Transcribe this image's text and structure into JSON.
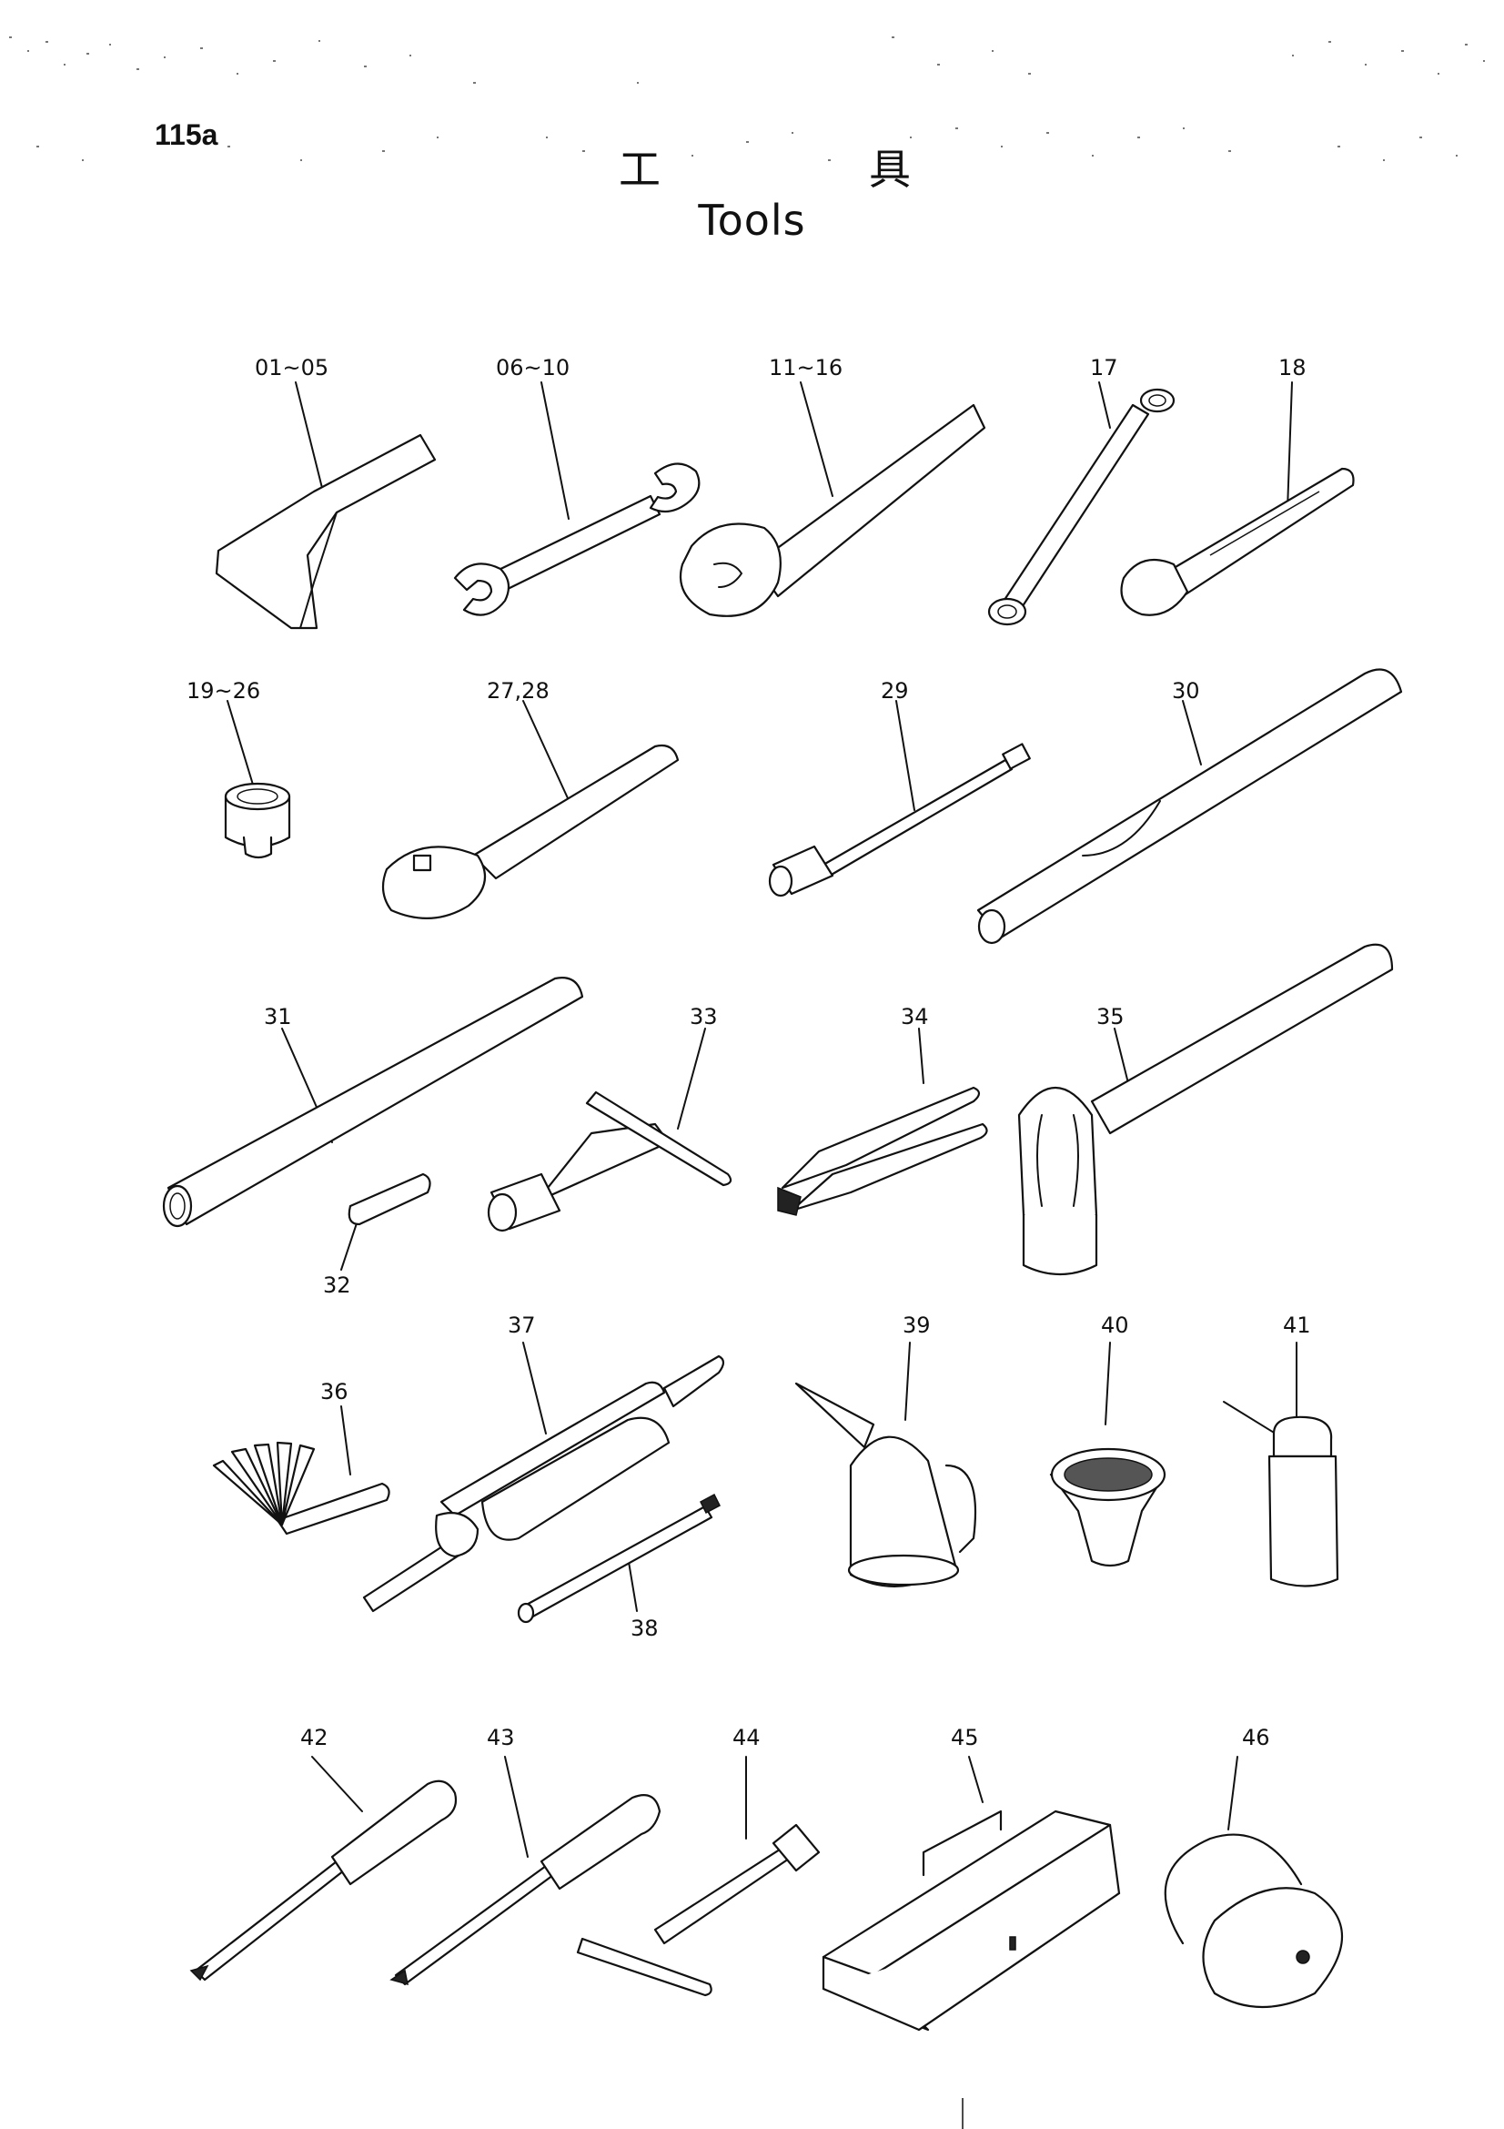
{
  "header": {
    "page_number": "115a",
    "title_char_1": "工",
    "title_char_2": "具",
    "title_en": "Tools"
  },
  "labels": {
    "l01": "01~05",
    "l06": "06~10",
    "l11": "11~16",
    "l17": "17",
    "l18": "18",
    "l19": "19~26",
    "l27": "27,28",
    "l29": "29",
    "l30": "30",
    "l31": "31",
    "l32": "32",
    "l33": "33",
    "l34": "34",
    "l35": "35",
    "l36": "36",
    "l37": "37",
    "l38": "38",
    "l39": "39",
    "l40": "40",
    "l41": "41",
    "l42": "42",
    "l43": "43",
    "l44": "44",
    "l45": "45",
    "l46": "46"
  }
}
